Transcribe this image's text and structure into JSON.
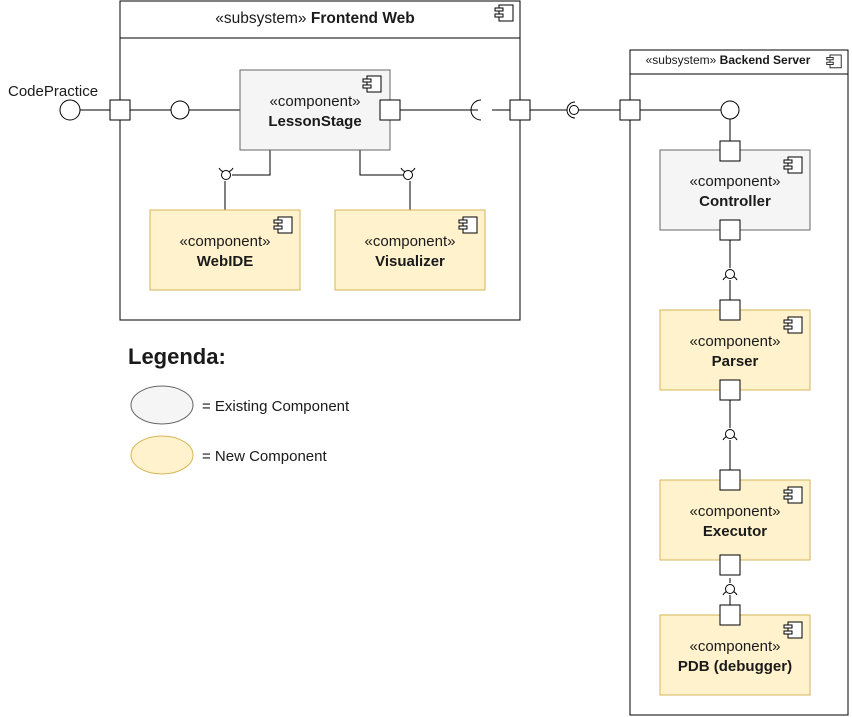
{
  "frontend": {
    "stereotype": "«subsystem»",
    "name": "Frontend Web"
  },
  "backend": {
    "stereotype": "«subsystem»",
    "name": "Backend Server"
  },
  "external_interface": {
    "label": "CodePractice"
  },
  "components": {
    "lessonstage": {
      "stereotype": "«component»",
      "name": "LessonStage",
      "status": "existing"
    },
    "webide": {
      "stereotype": "«component»",
      "name": "WebIDE",
      "status": "new"
    },
    "visualizer": {
      "stereotype": "«component»",
      "name": "Visualizer",
      "status": "new"
    },
    "controller": {
      "stereotype": "«component»",
      "name": "Controller",
      "status": "existing"
    },
    "parser": {
      "stereotype": "«component»",
      "name": "Parser",
      "status": "new"
    },
    "executor": {
      "stereotype": "«component»",
      "name": "Executor",
      "status": "new"
    },
    "pdb": {
      "stereotype": "«component»",
      "name": "PDB (debugger)",
      "status": "new"
    }
  },
  "legend": {
    "title": "Legenda:",
    "existing_label": "= Existing Component",
    "new_label": "= New Component"
  },
  "colors": {
    "existing_fill": "#f5f5f5",
    "existing_stroke": "#666666",
    "new_fill": "#fff2cc",
    "new_stroke": "#d6b656"
  }
}
